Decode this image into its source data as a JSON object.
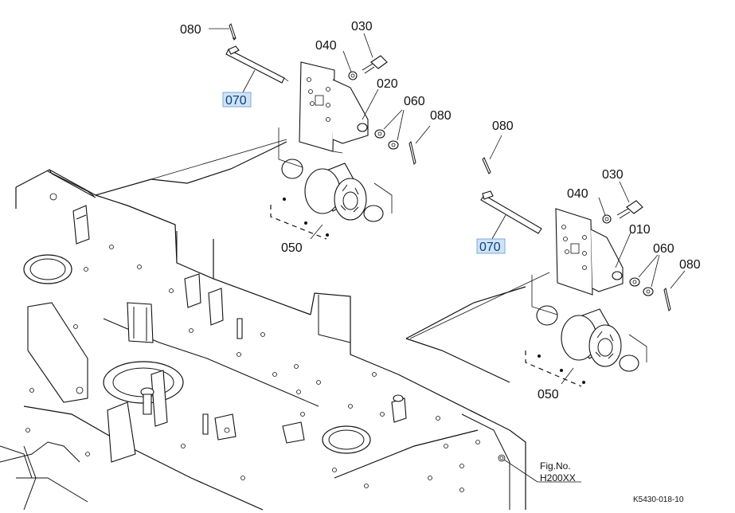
{
  "callouts": {
    "left": {
      "c080_top": "080",
      "c030": "030",
      "c040": "040",
      "c020": "020",
      "c060": "060",
      "c080_right": "080",
      "c070": "070",
      "c050": "050"
    },
    "right": {
      "c080_top": "080",
      "c030": "030",
      "c040": "040",
      "c010": "010",
      "c060": "060",
      "c080_right": "080",
      "c070": "070",
      "c050": "050"
    }
  },
  "fig_ref": {
    "line1": "Fig.No.",
    "line2": "H200XX"
  },
  "drawing_id": "K5430-018-10",
  "highlight_color": "#cfe3f7"
}
